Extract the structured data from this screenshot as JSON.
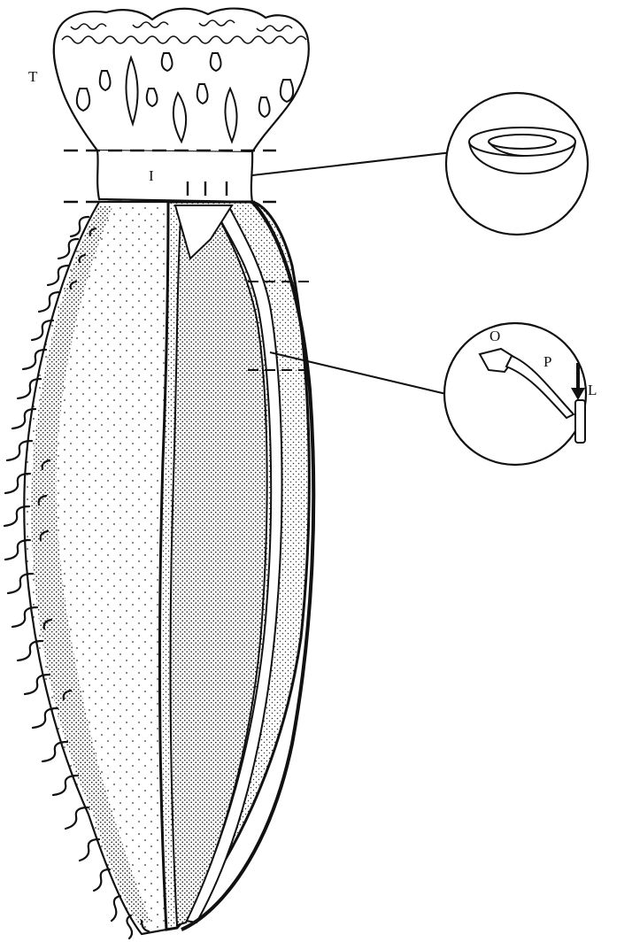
{
  "labels": {
    "tentacles": "T",
    "introvert": "I",
    "ossicle": "O",
    "plate": "P",
    "longitudinal_canal": "L"
  },
  "colors": {
    "ink": "#111111",
    "paper": "#ffffff"
  }
}
